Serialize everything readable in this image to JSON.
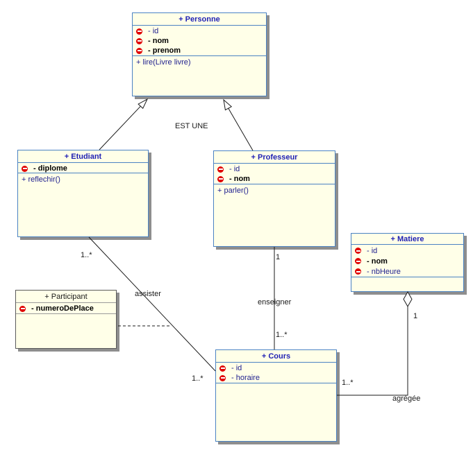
{
  "classes": {
    "personne": {
      "title": "+ Personne",
      "attributes": [
        "- id",
        "- nom",
        "- prenom"
      ],
      "operations": [
        "+ lire(Livre livre)"
      ]
    },
    "etudiant": {
      "title": "+ Etudiant",
      "attributes": [
        "- diplome"
      ],
      "operations": [
        "+ reflechir()"
      ]
    },
    "professeur": {
      "title": "+ Professeur",
      "attributes": [
        "- id",
        "- nom"
      ],
      "operations": [
        "+ parler()"
      ]
    },
    "matiere": {
      "title": "+ Matiere",
      "attributes": [
        "- id",
        "- nom",
        "- nbHeure"
      ],
      "operations": []
    },
    "participant": {
      "title": "+ Participant",
      "attributes": [
        "- numeroDePlace"
      ],
      "operations": []
    },
    "cours": {
      "title": "+ Cours",
      "attributes": [
        "- id",
        "- horaire"
      ],
      "operations": []
    }
  },
  "relationships": {
    "est_une_label": "EST UNE",
    "assister_label": "assister",
    "enseigner_label": "enseigner",
    "agregee_label": "agrégée",
    "mult_etudiant_assister": "1..*",
    "mult_cours_assister": "1..*",
    "mult_professeur_enseigner": "1",
    "mult_cours_enseigner": "1..*",
    "mult_matiere_agregee": "1",
    "mult_cours_agregee": "1..*"
  },
  "colors": {
    "class_fill": "#FFFFE8",
    "class_border_blue": "#4A82C3",
    "class_border_gray": "#5A5A5A",
    "title_text_blue": "#1F1FB4",
    "member_text_navy": "#21218F",
    "member_text_bold": "#000000",
    "private_icon_red": "#E00000",
    "shadow_gray": "#8E8E8E",
    "line_black": "#1A1A1A"
  }
}
